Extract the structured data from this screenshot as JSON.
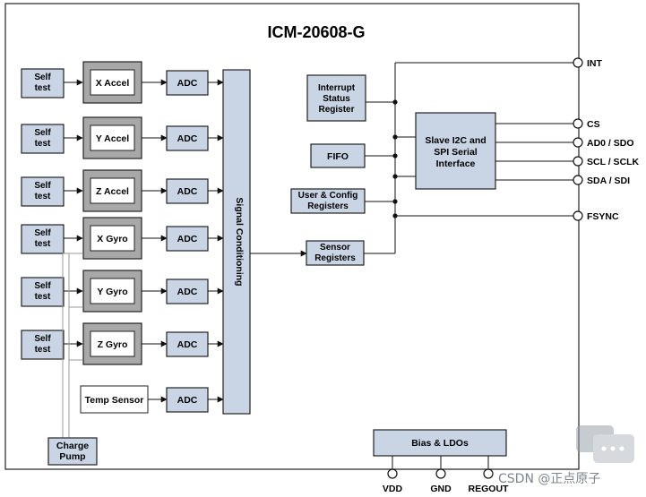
{
  "title": "ICM-20608-G",
  "self_test_label": "Self\ntest",
  "sensors": [
    "X Accel",
    "Y Accel",
    "Z Accel",
    "X Gyro",
    "Y Gyro",
    "Z Gyro"
  ],
  "temp_sensor": "Temp Sensor",
  "adc_label": "ADC",
  "signal_conditioning": "Signal Conditioning",
  "interrupt_register": "Interrupt\nStatus\nRegister",
  "fifo": "FIFO",
  "user_config": "User & Config\nRegisters",
  "sensor_registers": "Sensor\nRegisters",
  "serial_interface": "Slave I2C and\nSPI Serial\nInterface",
  "charge_pump": "Charge\nPump",
  "bias_ldos": "Bias & LDOs",
  "right_pins": [
    "INT",
    "CS",
    "AD0 / SDO",
    "SCL / SCLK",
    "SDA / SDI",
    "FSYNC"
  ],
  "bottom_pins": [
    "VDD",
    "GND",
    "REGOUT"
  ],
  "watermark": "CSDN @正点原子"
}
